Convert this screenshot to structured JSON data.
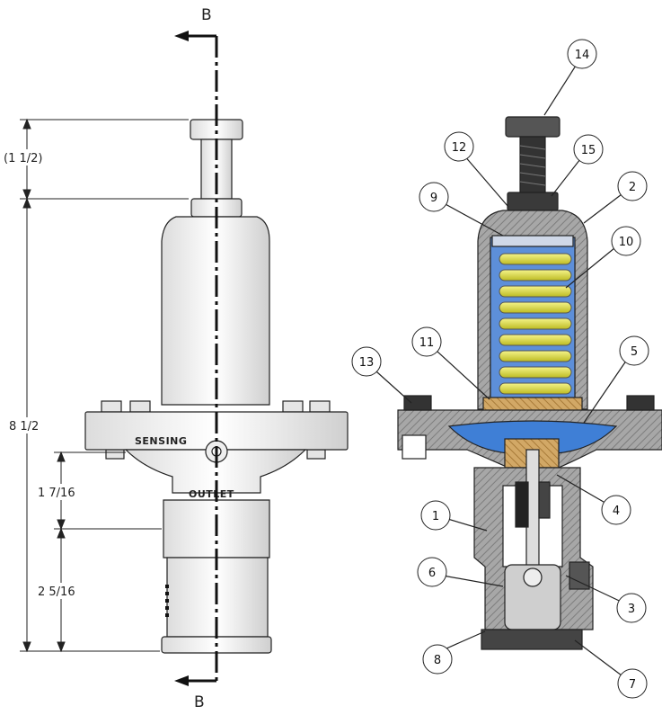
{
  "section": {
    "top_label": "B",
    "bottom_label": "B"
  },
  "dimensions": {
    "top": "(1 1/2)",
    "overall": "8 1/2",
    "sensing_height": "1 7/16",
    "outlet_height": "2 5/16"
  },
  "stamps": {
    "sensing": "SENSING",
    "outlet": "OUTLET"
  },
  "callouts": [
    "1",
    "2",
    "3",
    "4",
    "5",
    "6",
    "7",
    "8",
    "9",
    "10",
    "11",
    "12",
    "13",
    "14",
    "15"
  ],
  "colors": {
    "spring": "#e8e64a",
    "diaphragm": "#3f7fd6",
    "seat": "#c99a55",
    "body_section": "#9a9a9a",
    "outline": "#222222"
  }
}
